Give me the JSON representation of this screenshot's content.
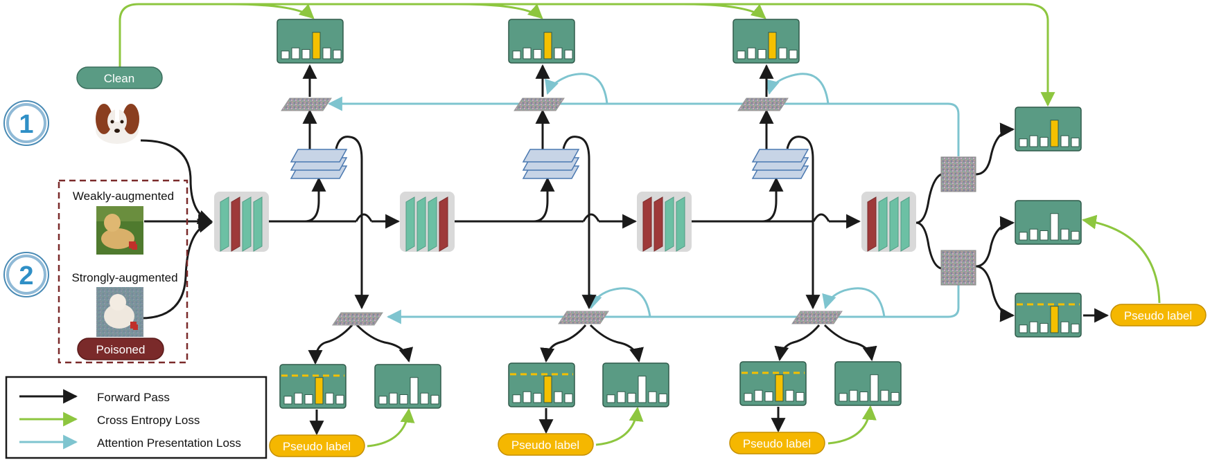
{
  "inputs": {
    "clean_label": "Clean",
    "poisoned_label": "Poisoned",
    "weak_label": "Weakly-augmented",
    "strong_label": "Strongly-augmented",
    "step_one": "1",
    "step_two": "2"
  },
  "pseudo": {
    "label": "Pseudo label"
  },
  "legend": {
    "items": [
      {
        "label": "Forward Pass",
        "color": "#1a1a1a"
      },
      {
        "label": "Cross Entropy Loss",
        "color": "#8dc63f"
      },
      {
        "label": "Attention Presentation Loss",
        "color": "#7ec4cf"
      }
    ]
  },
  "colors": {
    "histogram_bg": "#5a9b84",
    "bar_highlight": "#f5c000",
    "threshold": "#f5c000",
    "layer_teal": "#6cc0a4",
    "layer_red": "#9e3a3a",
    "clean_pill": "#5a9b84",
    "poisoned_pill": "#7a2a2a",
    "pseudo_pill": "#f5b700",
    "forward": "#1a1a1a",
    "ce": "#8dc63f",
    "attention": "#7ec4cf"
  },
  "icons": [
    "dog-clean-image",
    "dog-weak-image",
    "dog-strong-image",
    "attention-map-icon",
    "feature-stack-icon",
    "network-block-icon",
    "histogram-icon"
  ]
}
